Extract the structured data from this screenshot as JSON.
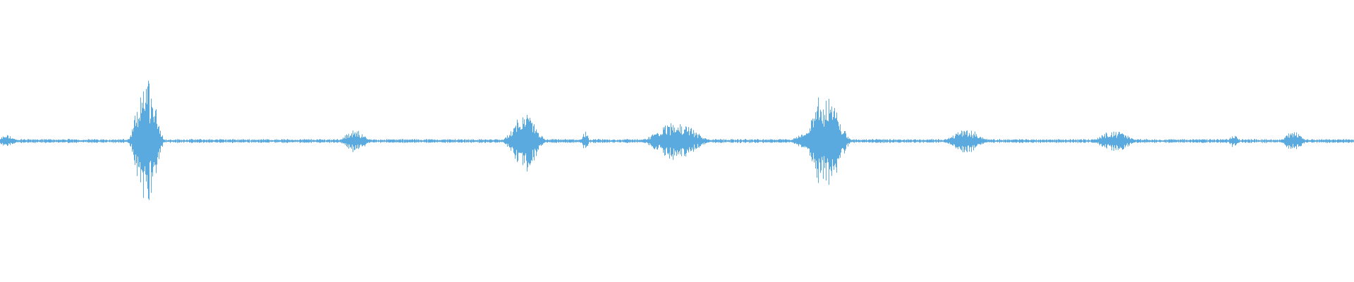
{
  "waveform": {
    "color": "#5aaae0",
    "background": "#ffffff",
    "amplitude_scale": 1.0,
    "bursts": [
      {
        "center": 0.005,
        "width": 0.01,
        "amp": 0.04
      },
      {
        "center": 0.108,
        "width": 0.015,
        "amp": 0.42
      },
      {
        "center": 0.262,
        "width": 0.015,
        "amp": 0.07
      },
      {
        "center": 0.387,
        "width": 0.018,
        "amp": 0.19
      },
      {
        "center": 0.432,
        "width": 0.004,
        "amp": 0.06
      },
      {
        "center": 0.499,
        "width": 0.03,
        "amp": 0.12
      },
      {
        "center": 0.592,
        "width": 0.01,
        "amp": 0.05
      },
      {
        "center": 0.609,
        "width": 0.022,
        "amp": 0.3
      },
      {
        "center": 0.713,
        "width": 0.02,
        "amp": 0.08
      },
      {
        "center": 0.823,
        "width": 0.02,
        "amp": 0.07
      },
      {
        "center": 0.911,
        "width": 0.006,
        "amp": 0.04
      },
      {
        "center": 0.955,
        "width": 0.012,
        "amp": 0.06
      }
    ],
    "noise_amp": 0.012
  }
}
